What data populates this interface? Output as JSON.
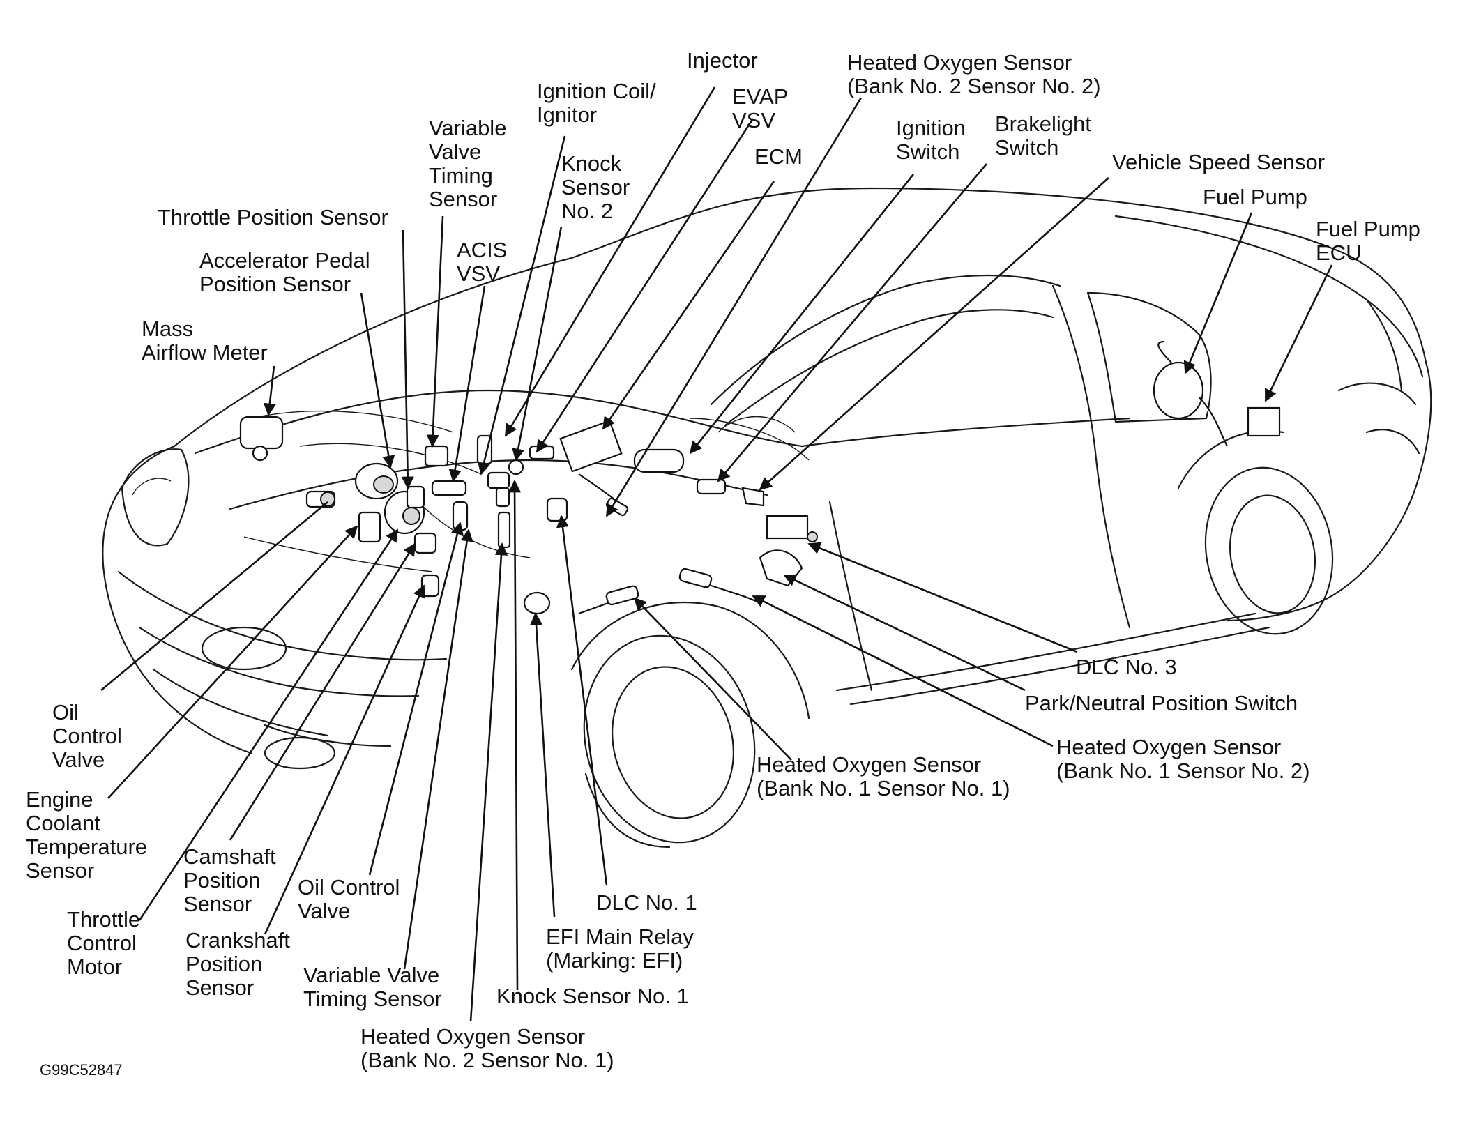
{
  "labels": {
    "injector": "Injector",
    "ho2s_b2s2": "Heated Oxygen Sensor\n(Bank No. 2 Sensor No. 2)",
    "ignition_coil": "Ignition Coil/\nIgnitor",
    "evap_vsv": "EVAP\nVSV",
    "vvt_sensor_top": "Variable\nValve\nTiming\nSensor",
    "knock_sensor_2": "Knock\nSensor\nNo. 2",
    "ecm": "ECM",
    "ignition_switch": "Ignition\nSwitch",
    "brakelight_switch": "Brakelight\nSwitch",
    "vehicle_speed_sensor": "Vehicle Speed Sensor",
    "fuel_pump": "Fuel Pump",
    "fuel_pump_ecu": "Fuel Pump\nECU",
    "throttle_position_sensor": "Throttle Position Sensor",
    "accelerator_pedal_sensor": "Accelerator Pedal\nPosition Sensor",
    "acis_vsv": "ACIS\nVSV",
    "mass_airflow_meter": "Mass\nAirflow Meter",
    "oil_control_valve_left": "Oil\nControl\nValve",
    "engine_coolant_temp": "Engine\nCoolant\nTemperature\nSensor",
    "throttle_control_motor": "Throttle\nControl\nMotor",
    "camshaft_position": "Camshaft\nPosition\nSensor",
    "crankshaft_position": "Crankshaft\nPosition\nSensor",
    "oil_control_valve_mid": "Oil Control\nValve",
    "vvt_sensor_bottom": "Variable Valve\nTiming Sensor",
    "ho2s_b2s1": "Heated Oxygen Sensor\n(Bank No. 2 Sensor No. 1)",
    "knock_sensor_1": "Knock Sensor No. 1",
    "efi_main_relay": "EFI Main Relay\n(Marking: EFI)",
    "dlc1": "DLC No. 1",
    "ho2s_b1s1": "Heated Oxygen Sensor\n(Bank No. 1 Sensor No. 1)",
    "ho2s_b1s2": "Heated Oxygen Sensor\n(Bank No. 1 Sensor No. 2)",
    "park_neutral_switch": "Park/Neutral Position Switch",
    "dlc3": "DLC No. 3"
  },
  "figure_code": "G99C52847"
}
